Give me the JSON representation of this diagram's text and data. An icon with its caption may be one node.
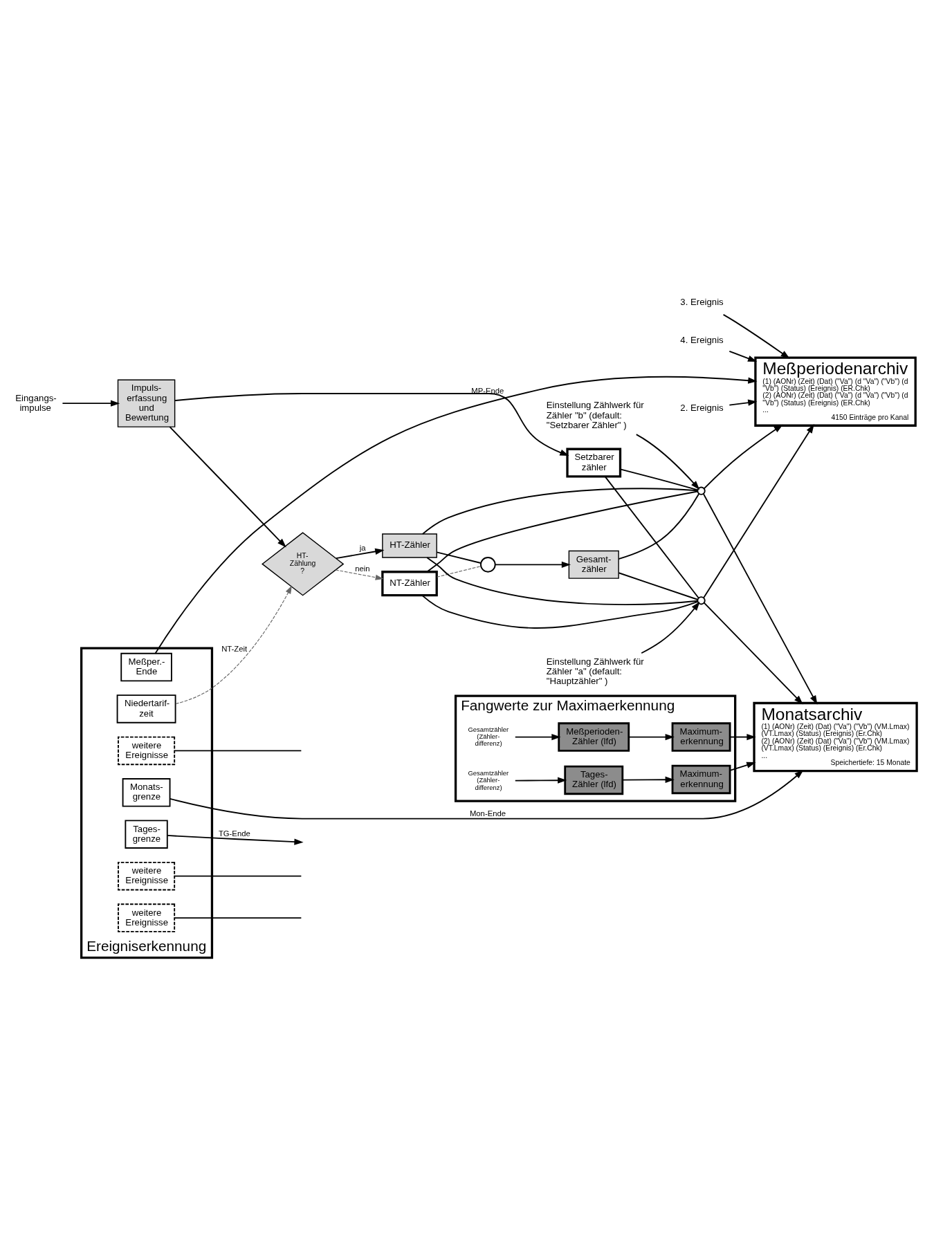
{
  "diagram": {
    "nodes": [
      {
        "text": [
          "Eingangs- impulse"
        ]
      },
      {
        "text": [
          "Impuls- erfassung und Bewertung"
        ]
      },
      {
        "text": [
          "HT- Zählung ?"
        ]
      },
      {
        "text": [
          "Setzbarer zähler"
        ]
      },
      {
        "text": [
          "NT-Zähler"
        ]
      },
      {
        "text": [
          "HT-Zähler"
        ]
      },
      {
        "text": [],
        "shape": "circle"
      },
      {
        "text": [
          "Gesamt- zähler"
        ]
      },
      {
        "text": [],
        "shape": "switch"
      },
      {
        "text": [],
        "shape": "switch"
      },
      {
        "text": [
          "Einstellung Zählwerk für Zähler \"b\" (default: \"Setzbarer Zähler\" )"
        ]
      },
      {
        "text": [
          "Einstellung Zählwerk für Zähler \"a\" (default: \"Hauptzähler\" )"
        ]
      },
      {
        "text": [
          "Ereigniserkennung"
        ]
      },
      {
        "text": [
          "Niedertarif- zeit"
        ],
        "in": 12
      },
      {
        "text": [
          "Meßper.- Ende"
        ],
        "in": 12
      },
      {
        "text": [
          "Tages- grenze"
        ],
        "in": 12
      },
      {
        "text": [
          "Monats- grenze"
        ],
        "in": 12
      },
      {
        "text": [
          "weitere Ereignisse"
        ],
        "in": 12
      },
      {
        "text": [
          "weitere Ereignisse"
        ],
        "in": 12
      },
      {
        "text": [
          "weitere Ereignisse"
        ],
        "in": 12
      },
      {
        "text": [
          "Meßperiodenarchiv",
          "(1) (AONr) (Zeit) (Dat) (\"Va\") (d \"Va\") (\"Vb\") (d \"Vb\") (Status) (Ereignis) (ER.Chk)",
          "(2) (AONr) (Zeit) (Dat) (\"Va\") (d \"Va\") (\"Vb\") (d \"Vb\") (Status) (Ereignis) (ER.Chk)",
          "...",
          "4150 Einträge pro Kanal"
        ]
      },
      {
        "text": [
          "Monatsarchiv",
          "(1) (AONr) (Zeit) (Dat) (\"Va\") (\"Vb\") (VM.Lmax) (VT.Lmax) (Status) (Ereignis) (Er.Chk)",
          "(2) (AONr) (Zeit) (Dat) (\"Va\") (\"Vb\") (VM.Lmax) (VT.Lmax) (Status) (Ereignis) (Er.Chk)",
          "...",
          "Speichertiefe: 15 Monate"
        ]
      },
      {
        "text": [
          "2. Ereignis"
        ]
      },
      {
        "text": [
          "3. Ereignis"
        ]
      },
      {
        "text": [
          "4. Ereignis"
        ]
      },
      {
        "text": [
          "Fangwerte zur Maximaerkennung"
        ]
      },
      {
        "text": [
          "Gesamtzähler (Zähler- differenz)"
        ],
        "in": 25
      },
      {
        "text": [
          "Meßperioden- Zähler (lfd)"
        ],
        "in": 25
      },
      {
        "text": [
          "Maximum- erkennung"
        ],
        "in": 25
      },
      {
        "text": [
          "Gesamtzähler (Zähler- differenz)"
        ],
        "in": 25
      },
      {
        "text": [
          "Tages- Zähler (lfd)"
        ],
        "in": 25
      },
      {
        "text": [
          "Maximum- erkennung"
        ],
        "in": 25
      }
    ],
    "edges": [
      {
        "from": 0,
        "to": 1,
        "arrow": "to"
      },
      {
        "from": 1,
        "to": 3,
        "arrow": "to"
      },
      {
        "from": 1,
        "to": 2,
        "arrow": "to"
      },
      {
        "from": 2,
        "to": 4,
        "arrow": "to",
        "label": "nein",
        "style": "dashed",
        "color": "#666666"
      },
      {
        "from": 2,
        "to": 5,
        "arrow": "to",
        "label": "ja"
      },
      {
        "from": 4,
        "to": 6,
        "arrow": "none",
        "style": "dashed",
        "color": "#666666"
      },
      {
        "from": 5,
        "to": 6,
        "arrow": "none"
      },
      {
        "from": 6,
        "to": 7,
        "arrow": "to"
      },
      {
        "from": 5,
        "to": 8,
        "arrow": "none"
      },
      {
        "from": 4,
        "to": 8,
        "arrow": "none"
      },
      {
        "from": 3,
        "to": 8,
        "arrow": "none"
      },
      {
        "from": 7,
        "to": 8,
        "arrow": "none"
      },
      {
        "from": 5,
        "to": 9,
        "arrow": "none"
      },
      {
        "from": 4,
        "to": 9,
        "arrow": "none"
      },
      {
        "from": 3,
        "to": 9,
        "arrow": "none"
      },
      {
        "from": 7,
        "to": 9,
        "arrow": "none"
      },
      {
        "from": 10,
        "to": 8,
        "arrow": "to"
      },
      {
        "from": 11,
        "to": 9,
        "arrow": "to"
      },
      {
        "from": 9,
        "to": 20,
        "arrow": "to"
      },
      {
        "from": 8,
        "to": 20,
        "arrow": "to"
      },
      {
        "from": 9,
        "to": 21,
        "arrow": "to"
      },
      {
        "from": 8,
        "to": 21,
        "arrow": "to"
      },
      {
        "from": 13,
        "to": 2,
        "arrow": "to",
        "label": "NT-Zeit",
        "style": "dashed",
        "color": "#666666"
      },
      {
        "from": 14,
        "to": 20,
        "arrow": "to",
        "label": "MP-Ende"
      },
      {
        "from": 15,
        "to": null,
        "arrow": "to",
        "label": "TG-Ende"
      },
      {
        "from": 16,
        "to": 21,
        "arrow": "to",
        "label": "Mon-Ende"
      },
      {
        "from": 17,
        "to": null,
        "arrow": "none"
      },
      {
        "from": 18,
        "to": null,
        "arrow": "none"
      },
      {
        "from": 19,
        "to": null,
        "arrow": "none"
      },
      {
        "from": 22,
        "to": 20,
        "arrow": "to"
      },
      {
        "from": 23,
        "to": 20,
        "arrow": "to"
      },
      {
        "from": 24,
        "to": 20,
        "arrow": "to"
      },
      {
        "from": 26,
        "to": 27,
        "arrow": "to"
      },
      {
        "from": 27,
        "to": 28,
        "arrow": "to"
      },
      {
        "from": 28,
        "to": 21,
        "arrow": "to"
      },
      {
        "from": 29,
        "to": 30,
        "arrow": "to"
      },
      {
        "from": 30,
        "to": 31,
        "arrow": "to"
      },
      {
        "from": 31,
        "to": 21,
        "arrow": "to"
      }
    ]
  }
}
